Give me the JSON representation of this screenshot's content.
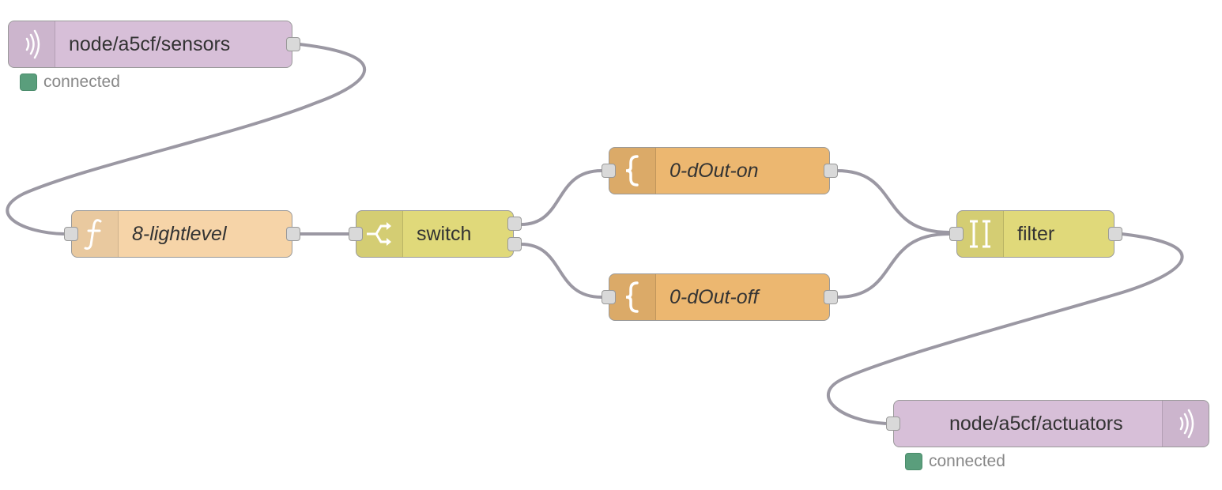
{
  "canvas": {
    "background": "#ffffff",
    "wire_color": "#9b98a3"
  },
  "nodes": {
    "mqtt_in": {
      "label": "node/a5cf/sensors",
      "icon": "radio-waves-icon",
      "color": "#d7bfd8",
      "status": {
        "text": "connected",
        "color": "#5a9e7c"
      }
    },
    "function": {
      "label": "8-lightlevel",
      "icon": "function-icon",
      "color": "#f6d4a8"
    },
    "switch": {
      "label": "switch",
      "icon": "switch-icon",
      "color": "#e0d97a"
    },
    "change_on": {
      "label": "0-dOut-on",
      "icon": "brace-icon",
      "color": "#ecb770"
    },
    "change_off": {
      "label": "0-dOut-off",
      "icon": "brace-icon",
      "color": "#ecb770"
    },
    "filter": {
      "label": "filter",
      "icon": "filter-icon",
      "color": "#e0d97a"
    },
    "mqtt_out": {
      "label": "node/a5cf/actuators",
      "icon": "radio-waves-icon",
      "color": "#d7bfd8",
      "status": {
        "text": "connected",
        "color": "#5a9e7c"
      }
    }
  }
}
